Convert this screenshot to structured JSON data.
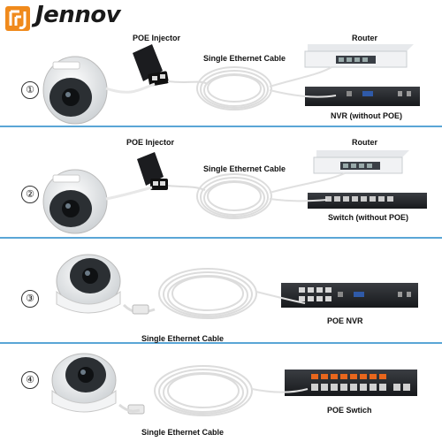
{
  "brand": {
    "name": "Jennov"
  },
  "colors": {
    "brand_orange": "#f08a1c",
    "divider_blue": "#5aa6d6",
    "port_orange": "#e8661c"
  },
  "scenarios": [
    {
      "number": "①",
      "injector": "POE Injector",
      "cable": "Single Ethernet Cable",
      "router": "Router",
      "device": "NVR (without POE)"
    },
    {
      "number": "②",
      "injector": "POE Injector",
      "cable": "Single Ethernet Cable",
      "router": "Router",
      "device": "Switch (without POE)"
    },
    {
      "number": "③",
      "cable": "Single Ethernet Cable",
      "device": "POE NVR"
    },
    {
      "number": "④",
      "cable": "Single Ethernet Cable",
      "device": "POE Swtich"
    }
  ]
}
